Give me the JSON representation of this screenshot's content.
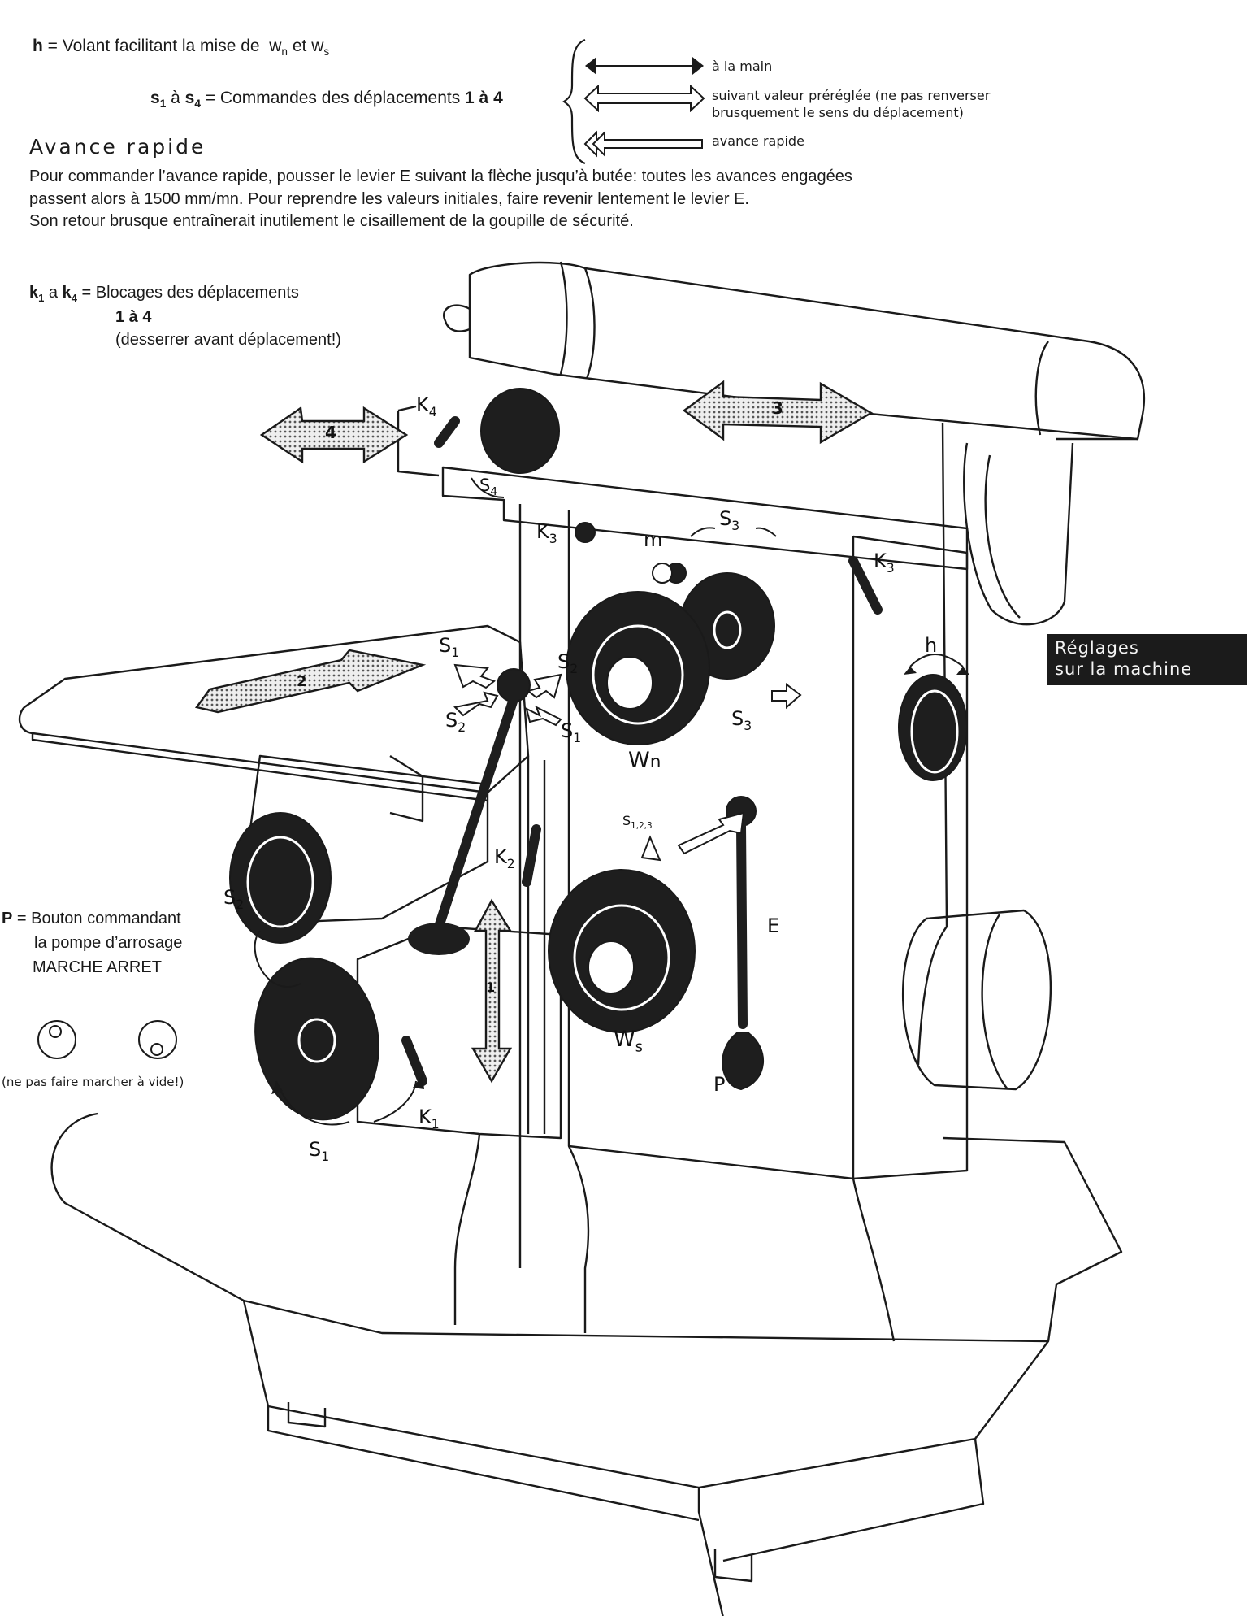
{
  "legend_top": {
    "h_def": {
      "key": "h",
      "text": "= Volant facilitant la mise de",
      "w1": "w",
      "w1_sub": "n",
      "and": "et",
      "w2": "w",
      "w2_sub": "s"
    },
    "s_def": {
      "key_a": "s",
      "key_a_sub": "1",
      "a": "à",
      "key_b": "s",
      "key_b_sub": "4",
      "text": "= Commandes des déplacements",
      "range": "1 à 4"
    },
    "arrow_types": [
      {
        "icon": "solid-double-arrow-icon",
        "label": "à la main"
      },
      {
        "icon": "hollow-double-arrow-icon",
        "label_line1": "suivant valeur préréglée (ne pas renverser",
        "label_line2": "brusquement le sens du déplacement)"
      },
      {
        "icon": "rapid-feed-arrow-icon",
        "label": "avance rapide"
      }
    ]
  },
  "rapid_feed": {
    "heading": "Avance rapide",
    "lines": [
      "Pour commander l’avance rapide, pousser le levier E suivant la flèche jusqu’à butée: toutes les avances engagées",
      "passent alors à 1500 mm/mn. Pour reprendre les valeurs initiales, faire revenir lentement le levier E.",
      "Son retour brusque entraînerait inutilement le cisaillement de la goupille de sécurité."
    ]
  },
  "k_def": {
    "key_a": "k",
    "key_a_sub": "1",
    "a": "a",
    "key_b": "k",
    "key_b_sub": "4",
    "text": "= Blocages des déplacements",
    "range": "1 à 4",
    "note": "(desserrer avant déplacement!)"
  },
  "p_def": {
    "key": "P",
    "line1": "= Bouton commandant",
    "line2": "la pompe  d’arrosage",
    "states": "MARCHE   ARRET",
    "note": "(ne pas faire marcher à vide!)"
  },
  "section_badge": {
    "line1": "Réglages",
    "line2": "sur la machine"
  },
  "machine_labels": {
    "K4": {
      "k": "K",
      "sub": "4"
    },
    "S4": {
      "k": "S",
      "sub": "4"
    },
    "move4": "4",
    "move3": "3",
    "move2": "2",
    "move1": "1",
    "K3a": {
      "k": "K",
      "sub": "3"
    },
    "K3b": {
      "k": "K",
      "sub": "3"
    },
    "m": "m",
    "S3top": {
      "k": "S",
      "sub": "3"
    },
    "S3side": {
      "k": "S",
      "sub": "3"
    },
    "S1a": {
      "k": "S",
      "sub": "1"
    },
    "S2a": {
      "k": "S",
      "sub": "2"
    },
    "S2b": {
      "k": "S",
      "sub": "2"
    },
    "S1b": {
      "k": "S",
      "sub": "1"
    },
    "Wn": {
      "k": "W",
      "sub": "n"
    },
    "Ws": {
      "k": "W",
      "sub": "s"
    },
    "h": "h",
    "S123": {
      "k": "S",
      "sub": "1,2,3"
    },
    "K2": {
      "k": "K",
      "sub": "2"
    },
    "E": "E",
    "P": "P",
    "S2side": {
      "k": "S",
      "sub": "2"
    },
    "K1": {
      "k": "K",
      "sub": "1"
    },
    "S1bottom": {
      "k": "S",
      "sub": "1"
    }
  },
  "colors": {
    "ink": "#1a1a1a",
    "badge_bg": "#1b1b1b",
    "stipple": "#bdbdbd"
  }
}
